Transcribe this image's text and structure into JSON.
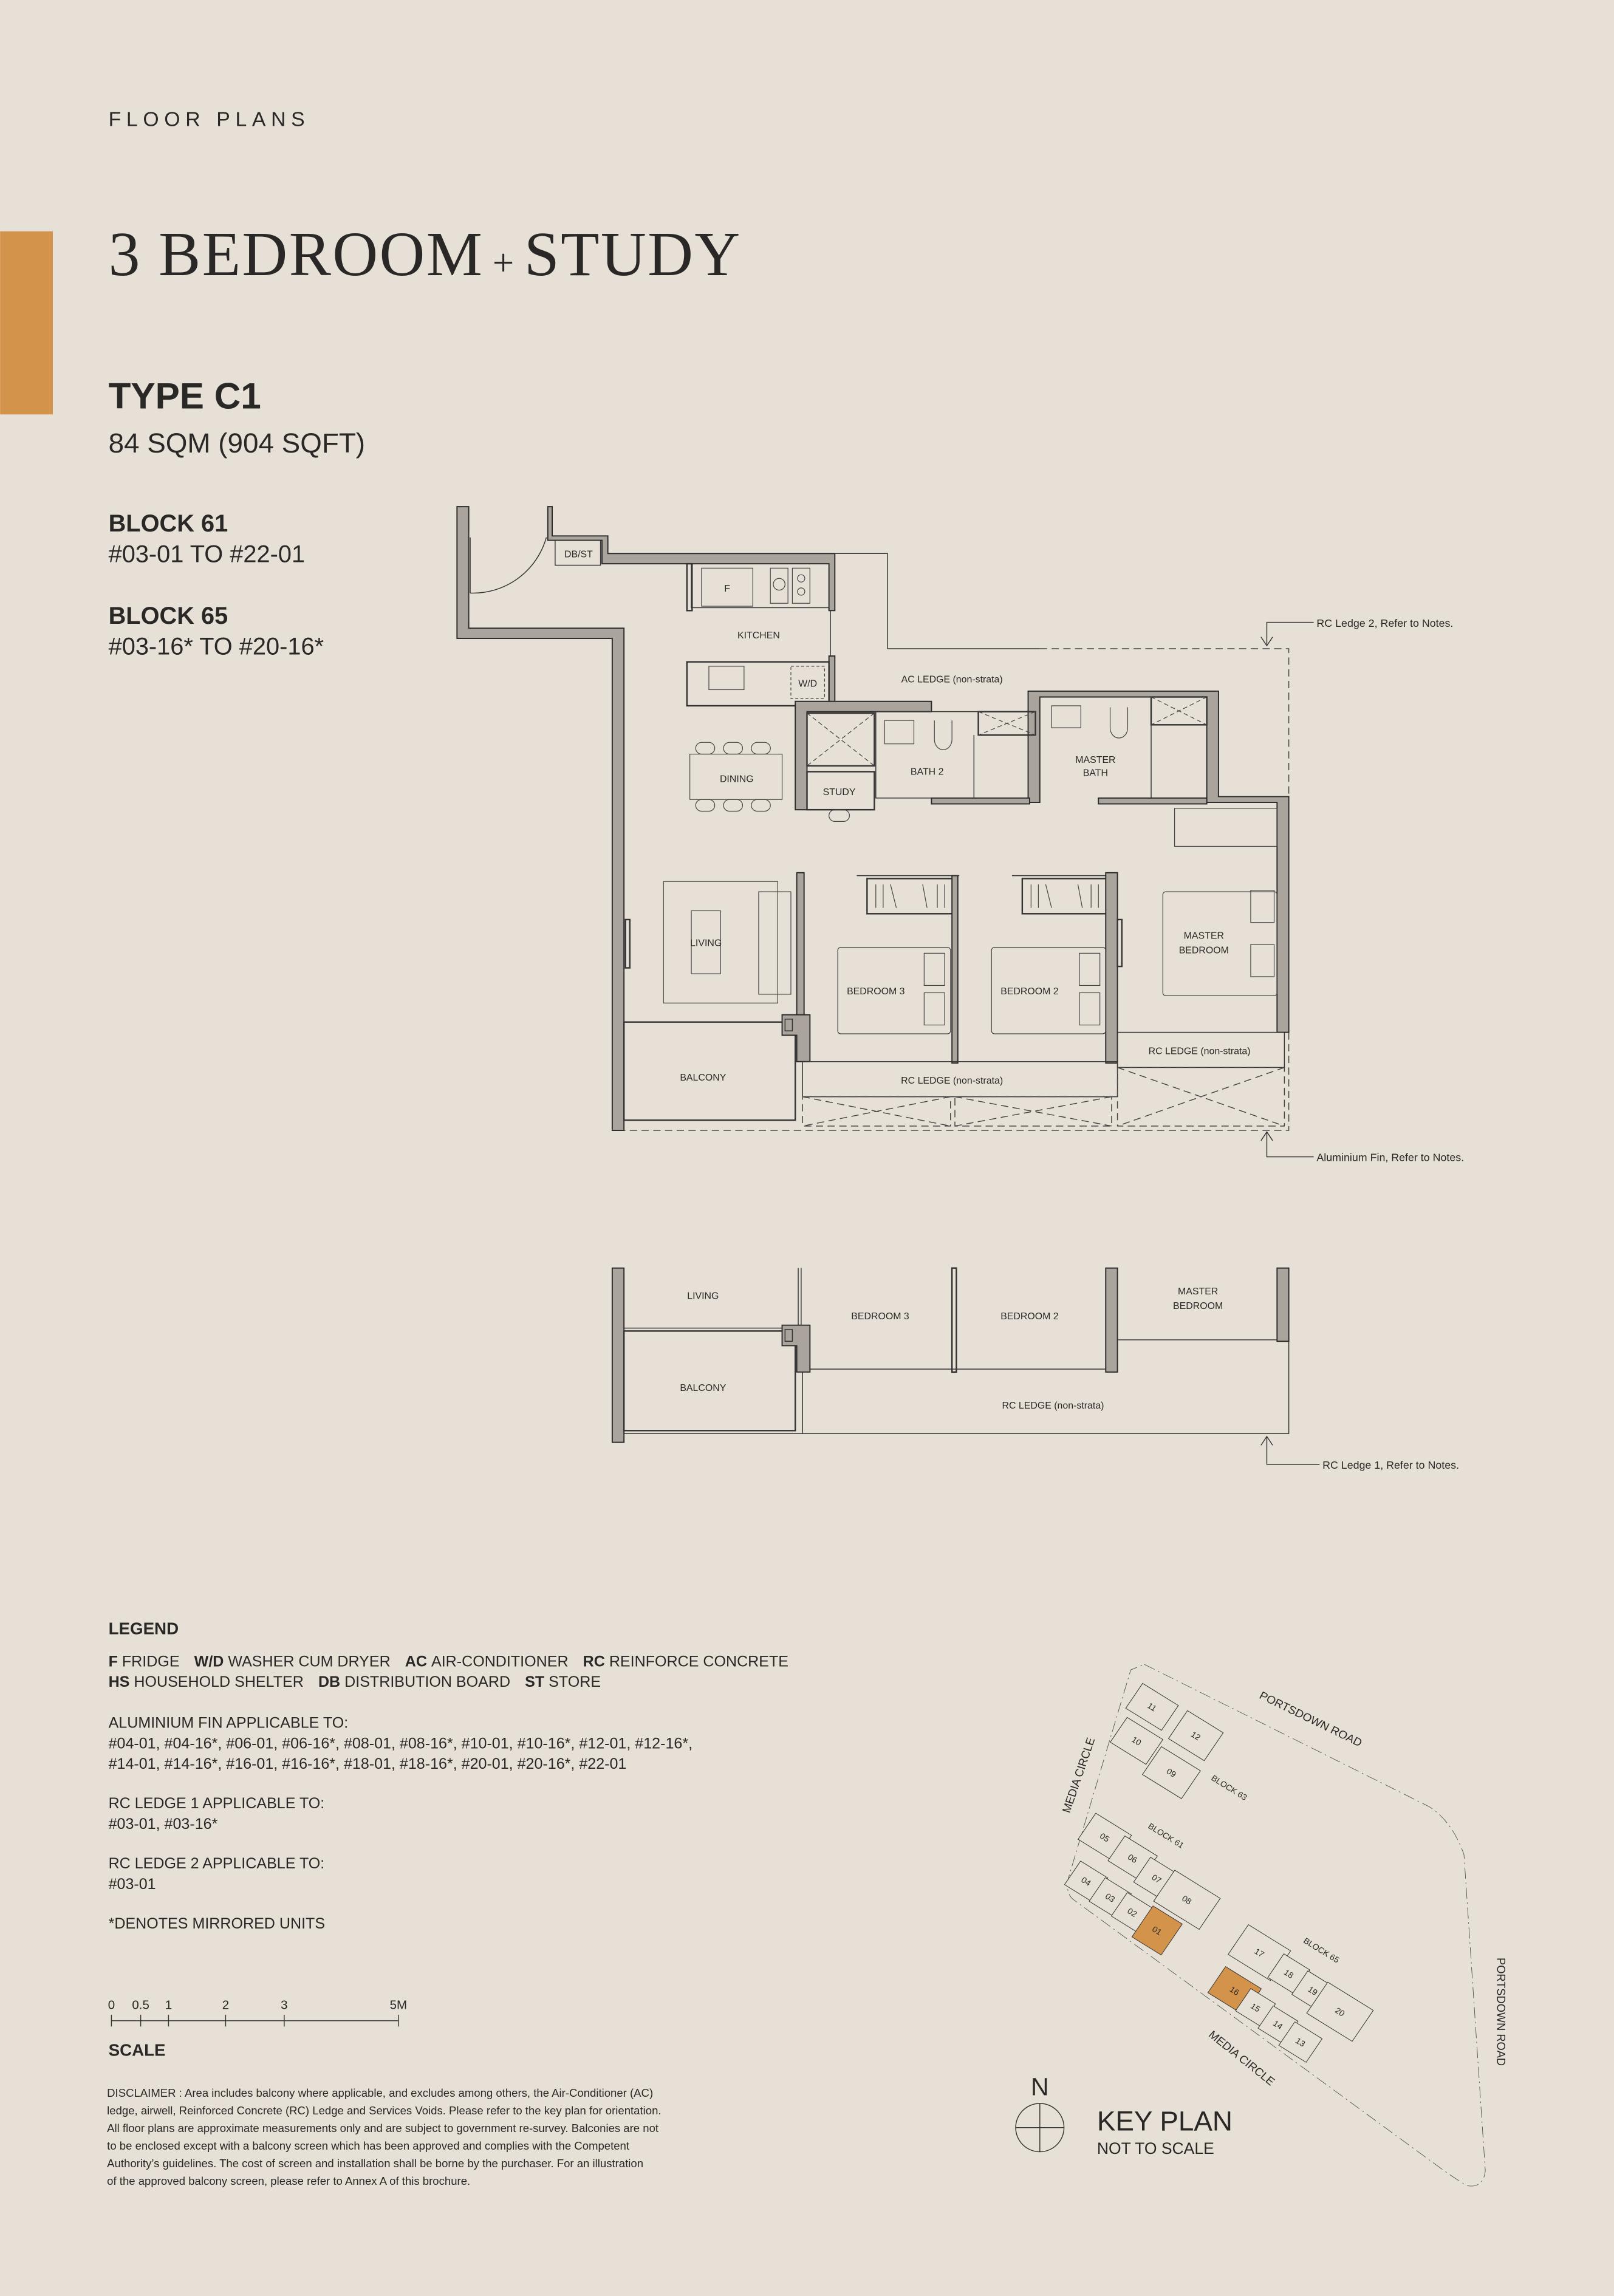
{
  "colors": {
    "background": "#E6E0D6",
    "accent": "#D4934A",
    "wall": "#AAA49C",
    "text": "#2A2826"
  },
  "header": {
    "section": "FLOOR PLANS",
    "title_part1": "3 BEDROOM",
    "title_plus": "+",
    "title_part2": "STUDY",
    "type": "TYPE C1",
    "area": "84 SQM (904 SQFT)"
  },
  "blocks": [
    {
      "name": "BLOCK 61",
      "units": "#03-01 TO #22-01"
    },
    {
      "name": "BLOCK 65",
      "units": "#03-16* TO #20-16*"
    }
  ],
  "plan": {
    "rooms": {
      "dbst": "DB/ST",
      "fridge": "F",
      "kitchen": "KITCHEN",
      "wd": "W/D",
      "ac_ledge": "AC LEDGE (non-strata)",
      "dining": "DINING",
      "study": "STUDY",
      "bath2": "BATH 2",
      "master_bath_1": "MASTER",
      "master_bath_2": "BATH",
      "living": "LIVING",
      "bedroom3": "BEDROOM 3",
      "bedroom2": "BEDROOM 2",
      "master_bedroom_1": "MASTER",
      "master_bedroom_2": "BEDROOM",
      "balcony": "BALCONY",
      "rc_ledge_a": "RC LEDGE (non-strata)",
      "rc_ledge_b": "RC LEDGE (non-strata)"
    },
    "notes": {
      "rc_ledge_2": "RC Ledge 2, Refer to Notes.",
      "aluminium_fin": "Aluminium Fin, Refer to Notes."
    }
  },
  "section_plan": {
    "living": "LIVING",
    "balcony": "BALCONY",
    "bedroom3": "BEDROOM 3",
    "bedroom2": "BEDROOM 2",
    "master_bedroom_1": "MASTER",
    "master_bedroom_2": "BEDROOM",
    "rc_ledge": "RC LEDGE (non-strata)",
    "note": "RC Ledge 1, Refer to Notes."
  },
  "legend": {
    "title": "LEGEND",
    "items": [
      {
        "abbr": "F",
        "label": "FRIDGE"
      },
      {
        "abbr": "W/D",
        "label": "WASHER CUM DRYER"
      },
      {
        "abbr": "AC",
        "label": "AIR-CONDITIONER"
      },
      {
        "abbr": "RC",
        "label": "REINFORCE CONCRETE"
      },
      {
        "abbr": "HS",
        "label": "HOUSEHOLD SHELTER"
      },
      {
        "abbr": "DB",
        "label": "DISTRIBUTION BOARD"
      },
      {
        "abbr": "ST",
        "label": "STORE"
      }
    ],
    "aluminium_fin_title": "ALUMINIUM FIN APPLICABLE TO:",
    "aluminium_fin_units_1": "#04-01, #04-16*, #06-01, #06-16*, #08-01, #08-16*, #10-01, #10-16*, #12-01, #12-16*,",
    "aluminium_fin_units_2": "#14-01, #14-16*, #16-01, #16-16*, #18-01, #18-16*, #20-01, #20-16*, #22-01",
    "rc_ledge_1_title": "RC LEDGE 1 APPLICABLE TO:",
    "rc_ledge_1_units": "#03-01, #03-16*",
    "rc_ledge_2_title": "RC LEDGE 2 APPLICABLE TO:",
    "rc_ledge_2_units": "#03-01",
    "mirrored_note": "*DENOTES MIRRORED UNITS"
  },
  "scale": {
    "title": "SCALE",
    "ticks": [
      "0",
      "0.5",
      "1",
      "2",
      "3",
      "5M"
    ]
  },
  "disclaimer": [
    "DISCLAIMER : Area includes balcony where applicable, and excludes among others, the Air-Conditioner (AC)",
    "ledge, airwell, Reinforced Concrete (RC) Ledge and Services Voids. Please refer to the key plan for orientation.",
    "All floor plans are approximate measurements only and are subject to government re-survey. Balconies are not",
    "to be enclosed except with a balcony screen which has been approved and complies with the Competent",
    "Authority’s guidelines. The cost of screen and installation shall be borne by the purchaser. For an illustration",
    "of the approved balcony screen, please refer to Annex A of this brochure."
  ],
  "key_plan": {
    "title": "KEY PLAN",
    "subtitle": "NOT TO SCALE",
    "north": "N",
    "roads": {
      "portsdown_top": "PORTSDOWN ROAD",
      "portsdown_right": "PORTSDOWN ROAD",
      "media_left": "MEDIA CIRCLE",
      "media_bottom": "MEDIA CIRCLE"
    },
    "blocks": {
      "b63": "BLOCK 63",
      "b61": "BLOCK 61",
      "b65": "BLOCK 65"
    },
    "units": {
      "u01": "01",
      "u02": "02",
      "u03": "03",
      "u04": "04",
      "u05": "05",
      "u06": "06",
      "u07": "07",
      "u08": "08",
      "u09": "09",
      "u10": "10",
      "u11": "11",
      "u12": "12",
      "u13": "13",
      "u14": "14",
      "u15": "15",
      "u16": "16",
      "u17": "17",
      "u18": "18",
      "u19": "19",
      "u20": "20"
    },
    "highlighted_units": [
      "01",
      "16"
    ]
  }
}
